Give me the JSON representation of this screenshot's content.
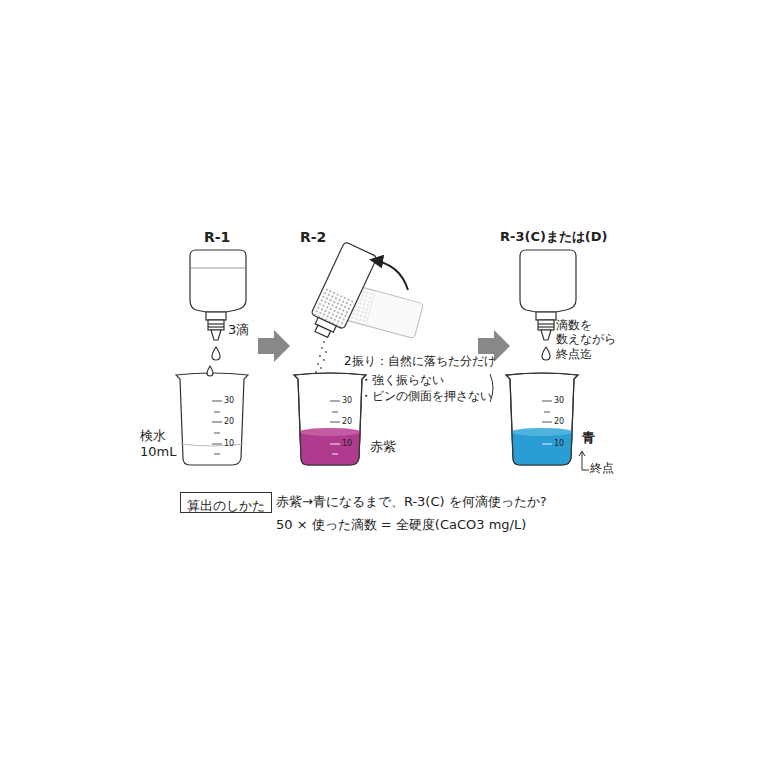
{
  "diagram": {
    "nodes": [
      {
        "text": [
          "算出のしかた"
        ]
      }
    ],
    "labels": [
      "R-1",
      "3滴",
      "検水 10mL",
      "30",
      "20",
      "10",
      "R-2",
      "2振り：自然に落ちた分だけ",
      "・強く振らない",
      "・ビンの側面を押さない",
      "30",
      "20",
      "10",
      "赤紫",
      "R-3(C)または(D)",
      "滴数を 数えながら 終点迄",
      "30",
      "20",
      "10",
      "青",
      "終点",
      "赤紫→青になるまで、R-3(C) を何滴使ったか?",
      "50 × 使った滴数 = 全硬度(CaCO3 mg/L)"
    ]
  }
}
